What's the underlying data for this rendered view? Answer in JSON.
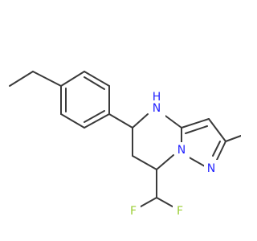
{
  "colors": {
    "bond": "#3a3a3a",
    "nitrogen": "#2323ff",
    "fluorine": "#9acd32",
    "background": "#ffffff"
  },
  "atoms": {
    "nh": "N",
    "nh_h": "H",
    "n_bridge": "N",
    "n_pyrazole": "N",
    "f_left": "F",
    "f_right": "F"
  }
}
